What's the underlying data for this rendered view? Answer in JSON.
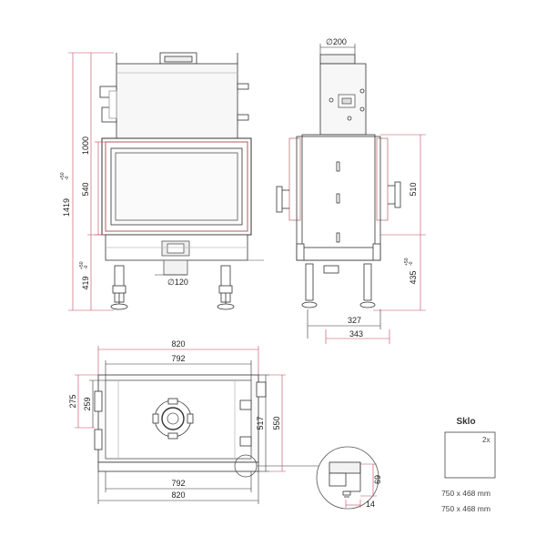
{
  "colors": {
    "outline": "#333333",
    "dimension_red": "#c0485a",
    "body_gray": "#9a9a9a",
    "dark": "#555555"
  },
  "front_view": {
    "height_total": "1419",
    "height_total_tol_plus": "+50",
    "height_total_tol_minus": "-0",
    "height_upper": "1000",
    "height_glass": "540",
    "height_legs": "419",
    "height_legs_tol_plus": "+50",
    "height_legs_tol_minus": "-0",
    "outlet_diameter": "∅120"
  },
  "side_view": {
    "flue_diameter": "∅200",
    "height_door": "510",
    "height_base": "435",
    "height_base_tol_plus": "+50",
    "height_base_tol_minus": "-0",
    "depth_inner": "327",
    "depth_outer": "343"
  },
  "top_view": {
    "width_outer_top": "820",
    "width_inner_top": "792",
    "width_inner_bottom": "792",
    "width_outer_bottom": "820",
    "depth_left_outer": "275",
    "depth_left_inner": "259",
    "depth_right_inner": "517",
    "depth_right_outer": "550"
  },
  "detail_view": {
    "dim_vertical": "69",
    "dim_horizontal": "14"
  },
  "glass": {
    "title": "Sklo",
    "quantity": "2x",
    "size_1": "750 x 468 mm",
    "size_2": "750 x 468 mm"
  }
}
